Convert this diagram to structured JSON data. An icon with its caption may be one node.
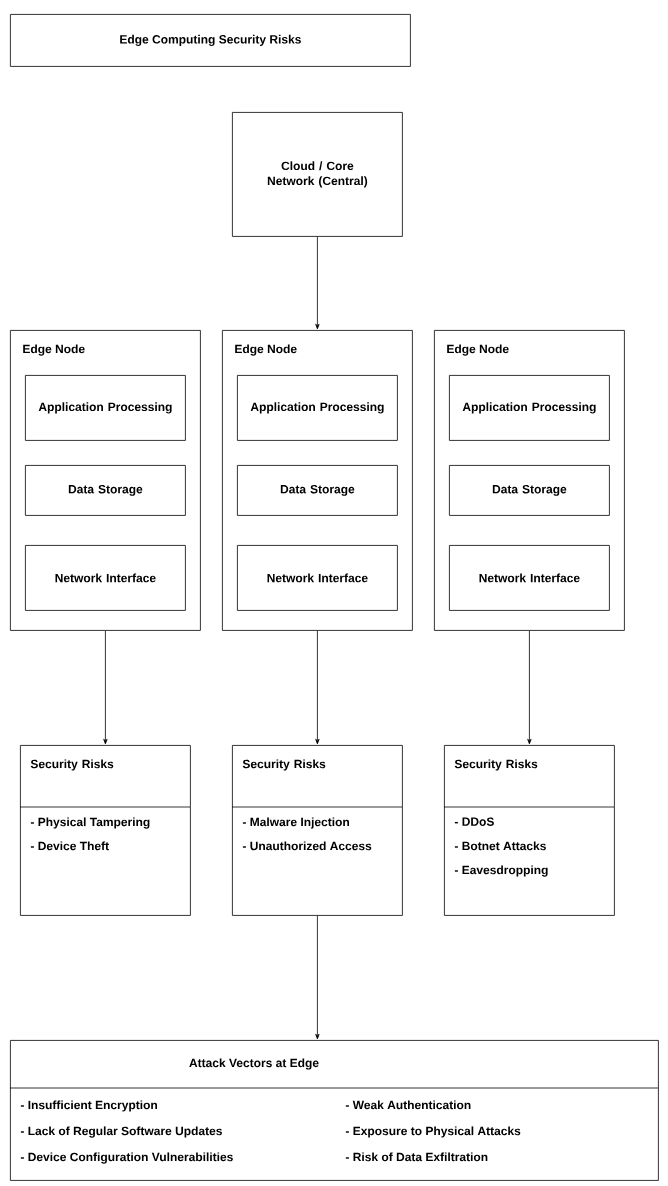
{
  "diagram": {
    "title": "Edge Computing Security Risks",
    "nodes": [
      {
        "text": [
          "Cloud / Core Network (Central)"
        ]
      },
      {
        "text": [
          "Edge Node"
        ]
      },
      {
        "text": [
          "Application Processing"
        ],
        "in": 1
      },
      {
        "text": [
          "Data Storage"
        ],
        "in": 1
      },
      {
        "text": [
          "Network Interface"
        ],
        "in": 1
      },
      {
        "text": [
          "Edge Node"
        ]
      },
      {
        "text": [
          "Application Processing"
        ],
        "in": 5
      },
      {
        "text": [
          "Data Storage"
        ],
        "in": 5
      },
      {
        "text": [
          "Network Interface"
        ],
        "in": 5
      },
      {
        "text": [
          "Edge Node"
        ]
      },
      {
        "text": [
          "Application Processing"
        ],
        "in": 9
      },
      {
        "text": [
          "Data Storage"
        ],
        "in": 9
      },
      {
        "text": [
          "Network Interface"
        ],
        "in": 9
      },
      {
        "text": [
          "Security Risks",
          "- Physical Tampering",
          "- Device Theft"
        ]
      },
      {
        "text": [
          "Security Risks",
          "- Malware Injection",
          "- Unauthorized Access"
        ]
      },
      {
        "text": [
          "Security Risks",
          "- DDoS",
          "- Botnet Attacks",
          "- Eavesdropping"
        ]
      },
      {
        "text": [
          "Attack Vectors at Edge",
          "- Insufficient Encryption",
          "- Weak Authentication",
          "- Lack of Regular Software Updates",
          "- Exposure to Physical Attacks",
          "- Device Configuration Vulnerabilities",
          "- Risk of Data Exfiltration"
        ]
      }
    ],
    "edges": [
      {
        "from": 0,
        "to": 5,
        "arrow": "to"
      },
      {
        "from": 1,
        "to": 13,
        "arrow": "to"
      },
      {
        "from": 5,
        "to": 14,
        "arrow": "to"
      },
      {
        "from": 9,
        "to": 15,
        "arrow": "to"
      },
      {
        "from": 14,
        "to": 16,
        "arrow": "to"
      }
    ]
  }
}
